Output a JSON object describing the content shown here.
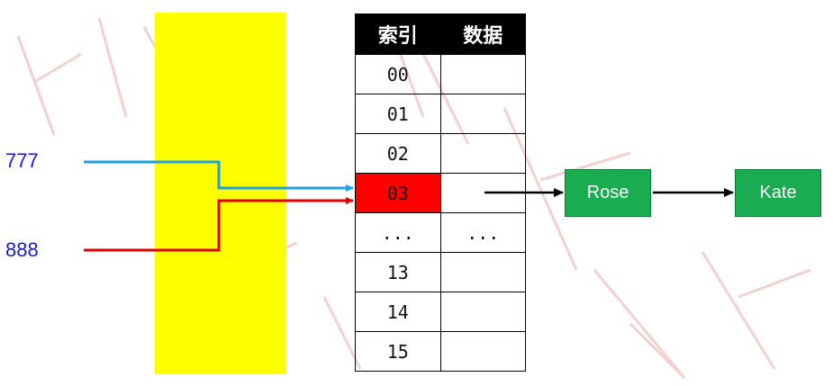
{
  "keys": [
    "777",
    "888"
  ],
  "table": {
    "headers": [
      "索引",
      "数据"
    ],
    "rows": [
      {
        "index": "00",
        "data": ""
      },
      {
        "index": "01",
        "data": ""
      },
      {
        "index": "02",
        "data": ""
      },
      {
        "index": "03",
        "data": "",
        "highlight": true
      },
      {
        "index": "...",
        "data": "..."
      },
      {
        "index": "13",
        "data": ""
      },
      {
        "index": "14",
        "data": ""
      },
      {
        "index": "15",
        "data": ""
      }
    ]
  },
  "chain": [
    "Rose",
    "Kate"
  ],
  "colors": {
    "hash_box": "#ffff00",
    "key_777_line": "#1ba1e2",
    "key_888_line": "#e00000",
    "highlight": "#ff0000",
    "node": "#1aac50",
    "watermark": "#f2c5c5"
  }
}
